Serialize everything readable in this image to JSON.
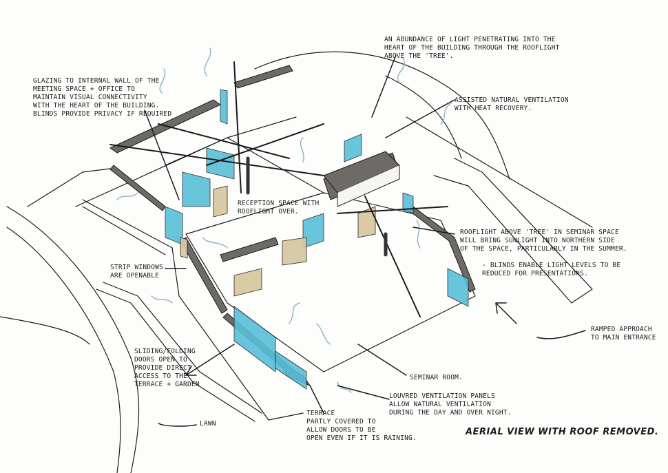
{
  "title": "AERIAL VIEW WITH ROOF REMOVED.",
  "colors": {
    "ink": "#1a1a1a",
    "glazing": "#58bfd9",
    "wall_top": "#6d6a67",
    "timber": "#d9c9a3",
    "arrow": "#8fb8c6"
  },
  "annotations": {
    "roof_light": "AN ABUNDANCE OF LIGHT PENETRATING INTO THE\nHEART OF THE BUILDING THROUGH THE ROOFLIGHT\nABOVE THE 'TREE'.",
    "glazing": "GLAZING TO INTERNAL WALL OF THE\nMEETING SPACE + OFFICE TO\nMAINTAIN VISUAL CONNECTIVITY\nWITH THE HEART OF THE BUILDING.\nBLINDS PROVIDE PRIVACY IF REQUIRED",
    "ventilation": "ASSISTED NATURAL VENTILATION\nWITH HEAT RECOVERY.",
    "reception": "RECEPTION SPACE WITH\nROOFLIGHT OVER.",
    "rooflight_seminar": "ROOFLIGHT ABOVE 'TREE' IN SEMINAR SPACE\nWILL BRING SUNLIGHT INTO NORTHERN SIDE\nOF THE SPACE, PARTICULARLY IN THE SUMMER.",
    "blinds": "- BLINDS ENABLE LIGHT LEVELS TO BE\nREDUCED FOR PRESENTATIONS.",
    "strip_windows": "STRIP WINDOWS\nARE OPENABLE",
    "ramped": "RAMPED APPROACH\nTO MAIN ENTRANCE",
    "sliding": "SLIDING/FOLDING\nDOORS OPEN TO\nPROVIDE DIRECT\nACCESS TO THE\nTERRACE + GARDEN",
    "seminar": "SEMINAR ROOM.",
    "louvred": "LOUVRED VENTILATION PANELS\nALLOW NATURAL VENTILATION\nDURING THE DAY AND OVER NIGHT.",
    "terrace": "TERRACE\nPARTLY COVERED TO\nALLOW DOORS TO BE\nOPEN EVEN IF IT IS RAINING.",
    "lawn": "LAWN"
  }
}
